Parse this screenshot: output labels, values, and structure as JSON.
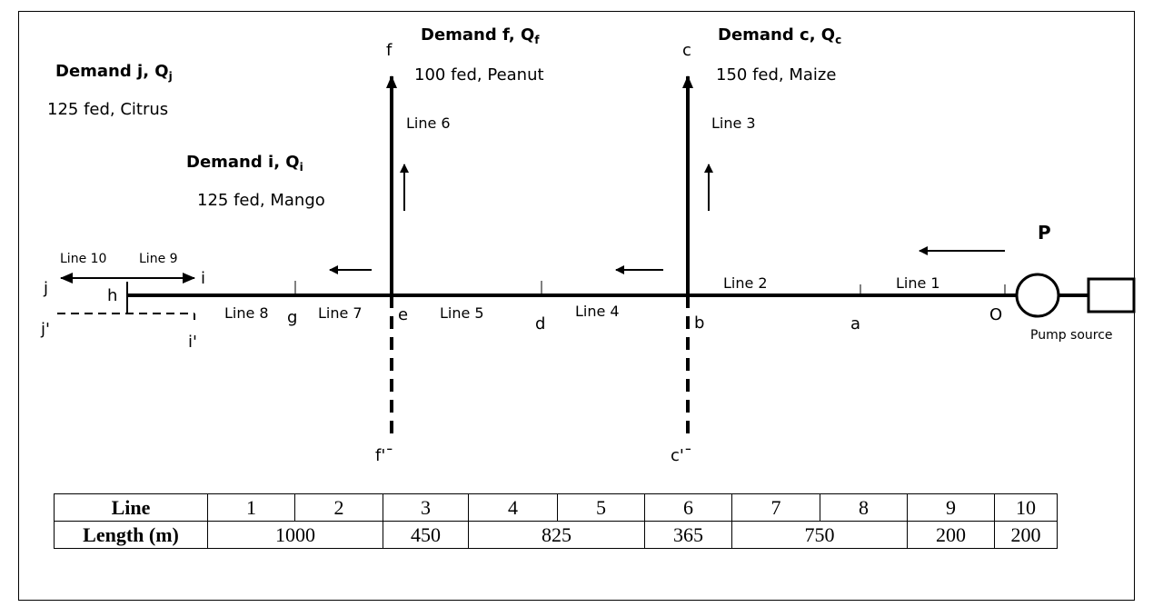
{
  "demands": {
    "j": {
      "title": "Demand j, Q",
      "sub": "j",
      "detail": "125 fed, Citrus"
    },
    "i": {
      "title": "Demand i, Q",
      "sub": "i",
      "detail": "125 fed, Mango"
    },
    "f": {
      "title": "Demand f, Q",
      "sub": "f",
      "detail": "100 fed, Peanut"
    },
    "c": {
      "title": "Demand c, Q",
      "sub": "c",
      "detail": "150 fed, Maize"
    }
  },
  "lines": {
    "l1": "Line 1",
    "l2": "Line 2",
    "l3": "Line 3",
    "l4": "Line 4",
    "l5": "Line 5",
    "l6": "Line 6",
    "l7": "Line 7",
    "l8": "Line 8",
    "l9": "Line 9",
    "l10": "Line 10"
  },
  "nodes": {
    "o": "O",
    "a": "a",
    "b": "b",
    "c": "c",
    "c_prime": "c'ˉ",
    "d": "d",
    "e": "e",
    "f": "f",
    "f_prime": "f'ˉ",
    "g": "g",
    "h": "h",
    "i": "i",
    "i_prime": "i'",
    "j": "j",
    "j_prime": "j'"
  },
  "pump": {
    "label": "P",
    "source": "Pump source"
  },
  "table": {
    "row1_header": "Line",
    "line_numbers": [
      "1",
      "2",
      "3",
      "4",
      "5",
      "6",
      "7",
      "8",
      "9",
      "10"
    ],
    "row2_header": "Length (m)",
    "lengths": [
      "1000",
      "450",
      "825",
      "365",
      "750",
      "200",
      "200"
    ]
  }
}
